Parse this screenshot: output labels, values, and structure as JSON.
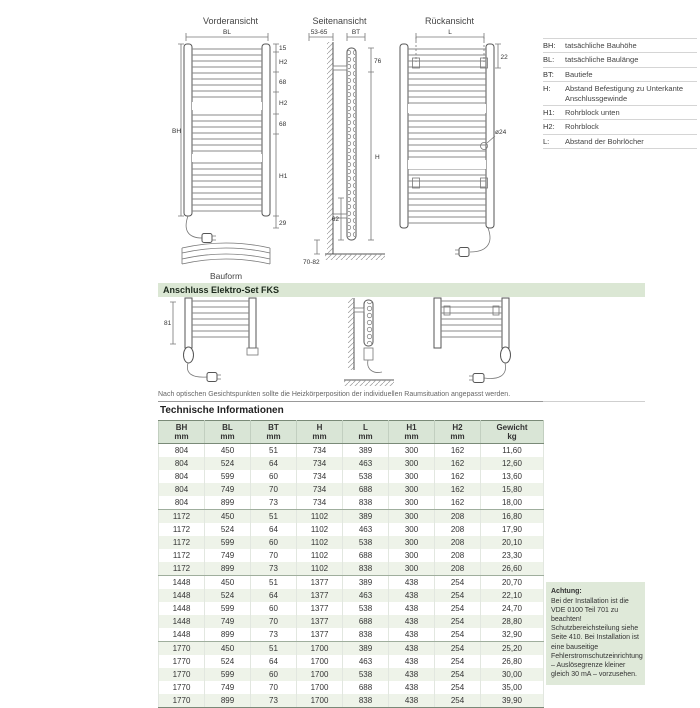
{
  "colors": {
    "green_bar": "#dbe7d4",
    "table_head": "#d9e5d6",
    "table_alt": "#eef3e9",
    "achtung_bg": "#dfe9d9"
  },
  "page": {
    "views": {
      "front": {
        "title": "Vorderansicht",
        "dim_bl": "BL",
        "dim_bh": "BH",
        "dim_15": "15",
        "dim_h2_upper": "H2",
        "dim_68_upper": "68",
        "dim_h2_lower": "H2",
        "dim_68_lower": "68",
        "dim_h1": "H1",
        "dim_29": "29"
      },
      "side": {
        "title": "Seitenansicht",
        "dim_wall": "53-65",
        "dim_bt": "BT",
        "dim_76": "76",
        "dim_h": "H",
        "dim_62": "62",
        "dim_floor": "70-82"
      },
      "rear": {
        "title": "Rückansicht",
        "dim_l": "L",
        "dim_22": "22",
        "dim_d24": "ø24"
      }
    },
    "bauform_label": "Bauform",
    "legend": [
      {
        "key": "BH:",
        "text": "tatsächliche Bauhöhe"
      },
      {
        "key": "BL:",
        "text": "tatsächliche Baulänge"
      },
      {
        "key": "BT:",
        "text": "Bautiefe"
      },
      {
        "key": "H:",
        "text": "Abstand Befestigung zu Unterkante Anschlussgewinde"
      },
      {
        "key": "H1:",
        "text": "Rohrblock unten"
      },
      {
        "key": "H2:",
        "text": "Rohrblock"
      },
      {
        "key": "L:",
        "text": "Abstand der Bohrlöcher"
      }
    ],
    "elektro": {
      "title": "Anschluss Elektro-Set FKS",
      "dim_81": "81",
      "note": "Nach optischen Gesichtspunkten sollte die Heizkörperposition der individuellen Raumsituation angepasst werden."
    },
    "tech": {
      "title": "Technische Informationen",
      "headers": [
        {
          "name": "BH",
          "unit": "mm"
        },
        {
          "name": "BL",
          "unit": "mm"
        },
        {
          "name": "BT",
          "unit": "mm"
        },
        {
          "name": "H",
          "unit": "mm"
        },
        {
          "name": "L",
          "unit": "mm"
        },
        {
          "name": "H1",
          "unit": "mm"
        },
        {
          "name": "H2",
          "unit": "mm"
        },
        {
          "name": "Gewicht",
          "unit": "kg"
        }
      ],
      "rows": [
        [
          "804",
          "450",
          "51",
          "734",
          "389",
          "300",
          "162",
          "11,60"
        ],
        [
          "804",
          "524",
          "64",
          "734",
          "463",
          "300",
          "162",
          "12,60"
        ],
        [
          "804",
          "599",
          "60",
          "734",
          "538",
          "300",
          "162",
          "13,60"
        ],
        [
          "804",
          "749",
          "70",
          "734",
          "688",
          "300",
          "162",
          "15,80"
        ],
        [
          "804",
          "899",
          "73",
          "734",
          "838",
          "300",
          "162",
          "18,00"
        ],
        [
          "1172",
          "450",
          "51",
          "1102",
          "389",
          "300",
          "208",
          "16,80"
        ],
        [
          "1172",
          "524",
          "64",
          "1102",
          "463",
          "300",
          "208",
          "17,90"
        ],
        [
          "1172",
          "599",
          "60",
          "1102",
          "538",
          "300",
          "208",
          "20,10"
        ],
        [
          "1172",
          "749",
          "70",
          "1102",
          "688",
          "300",
          "208",
          "23,30"
        ],
        [
          "1172",
          "899",
          "73",
          "1102",
          "838",
          "300",
          "208",
          "26,60"
        ],
        [
          "1448",
          "450",
          "51",
          "1377",
          "389",
          "438",
          "254",
          "20,70"
        ],
        [
          "1448",
          "524",
          "64",
          "1377",
          "463",
          "438",
          "254",
          "22,10"
        ],
        [
          "1448",
          "599",
          "60",
          "1377",
          "538",
          "438",
          "254",
          "24,70"
        ],
        [
          "1448",
          "749",
          "70",
          "1377",
          "688",
          "438",
          "254",
          "28,80"
        ],
        [
          "1448",
          "899",
          "73",
          "1377",
          "838",
          "438",
          "254",
          "32,90"
        ],
        [
          "1770",
          "450",
          "51",
          "1700",
          "389",
          "438",
          "254",
          "25,20"
        ],
        [
          "1770",
          "524",
          "64",
          "1700",
          "463",
          "438",
          "254",
          "26,80"
        ],
        [
          "1770",
          "599",
          "60",
          "1700",
          "538",
          "438",
          "254",
          "30,00"
        ],
        [
          "1770",
          "749",
          "70",
          "1700",
          "688",
          "438",
          "254",
          "35,00"
        ],
        [
          "1770",
          "899",
          "73",
          "1700",
          "838",
          "438",
          "254",
          "39,90"
        ]
      ]
    },
    "achtung": {
      "title": "Achtung:",
      "text": "Bei der Installation ist die VDE 0100 Teil 701 zu beachten! Schutzbereichsteilung siehe Seite 410. Bei Installation ist eine bauseitige Fehlerstromschutzeinrichtung – Auslösegrenze kleiner gleich 30 mA – vorzusehen."
    }
  }
}
